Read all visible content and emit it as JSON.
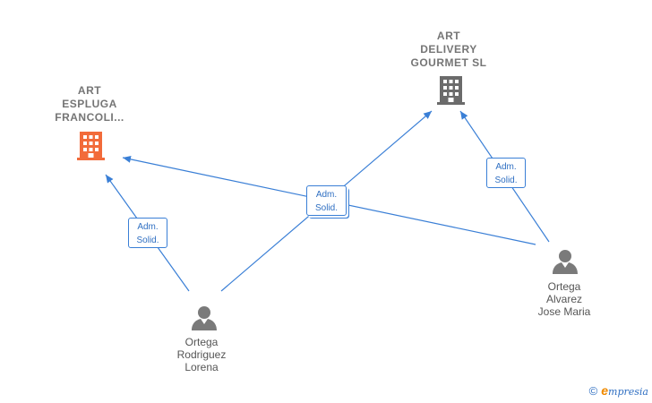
{
  "nodes": {
    "company_a": {
      "label": "ART\nESPLUGA\nFRANCOLI...",
      "color": "#f26b3a",
      "icon": "building-icon"
    },
    "company_b": {
      "label": "ART\nDELIVERY\nGOURMET  SL",
      "color": "#6b6b6b",
      "icon": "building-icon"
    },
    "person_1": {
      "label": "Ortega\nRodriguez\nLorena",
      "color": "#7a7a7a",
      "icon": "person-icon"
    },
    "person_2": {
      "label": "Ortega\nAlvarez\nJose Maria",
      "color": "#7a7a7a",
      "icon": "person-icon"
    }
  },
  "edges": [
    {
      "from": "person_1",
      "to": "company_a",
      "role": [
        "Adm.",
        "Solid."
      ]
    },
    {
      "from": "person_1",
      "to": "company_b",
      "role": [
        "Adm.",
        "Solid."
      ]
    },
    {
      "from": "person_2",
      "to": "company_a",
      "role": [
        "Adm.",
        "Solid."
      ]
    },
    {
      "from": "person_2",
      "to": "company_b",
      "role": [
        "Adm.",
        "Solid."
      ]
    }
  ],
  "colors": {
    "edge": "#3a7fd6"
  },
  "footer": {
    "copyright": "©",
    "brand_initial": "e",
    "brand_rest": "mpresia"
  }
}
